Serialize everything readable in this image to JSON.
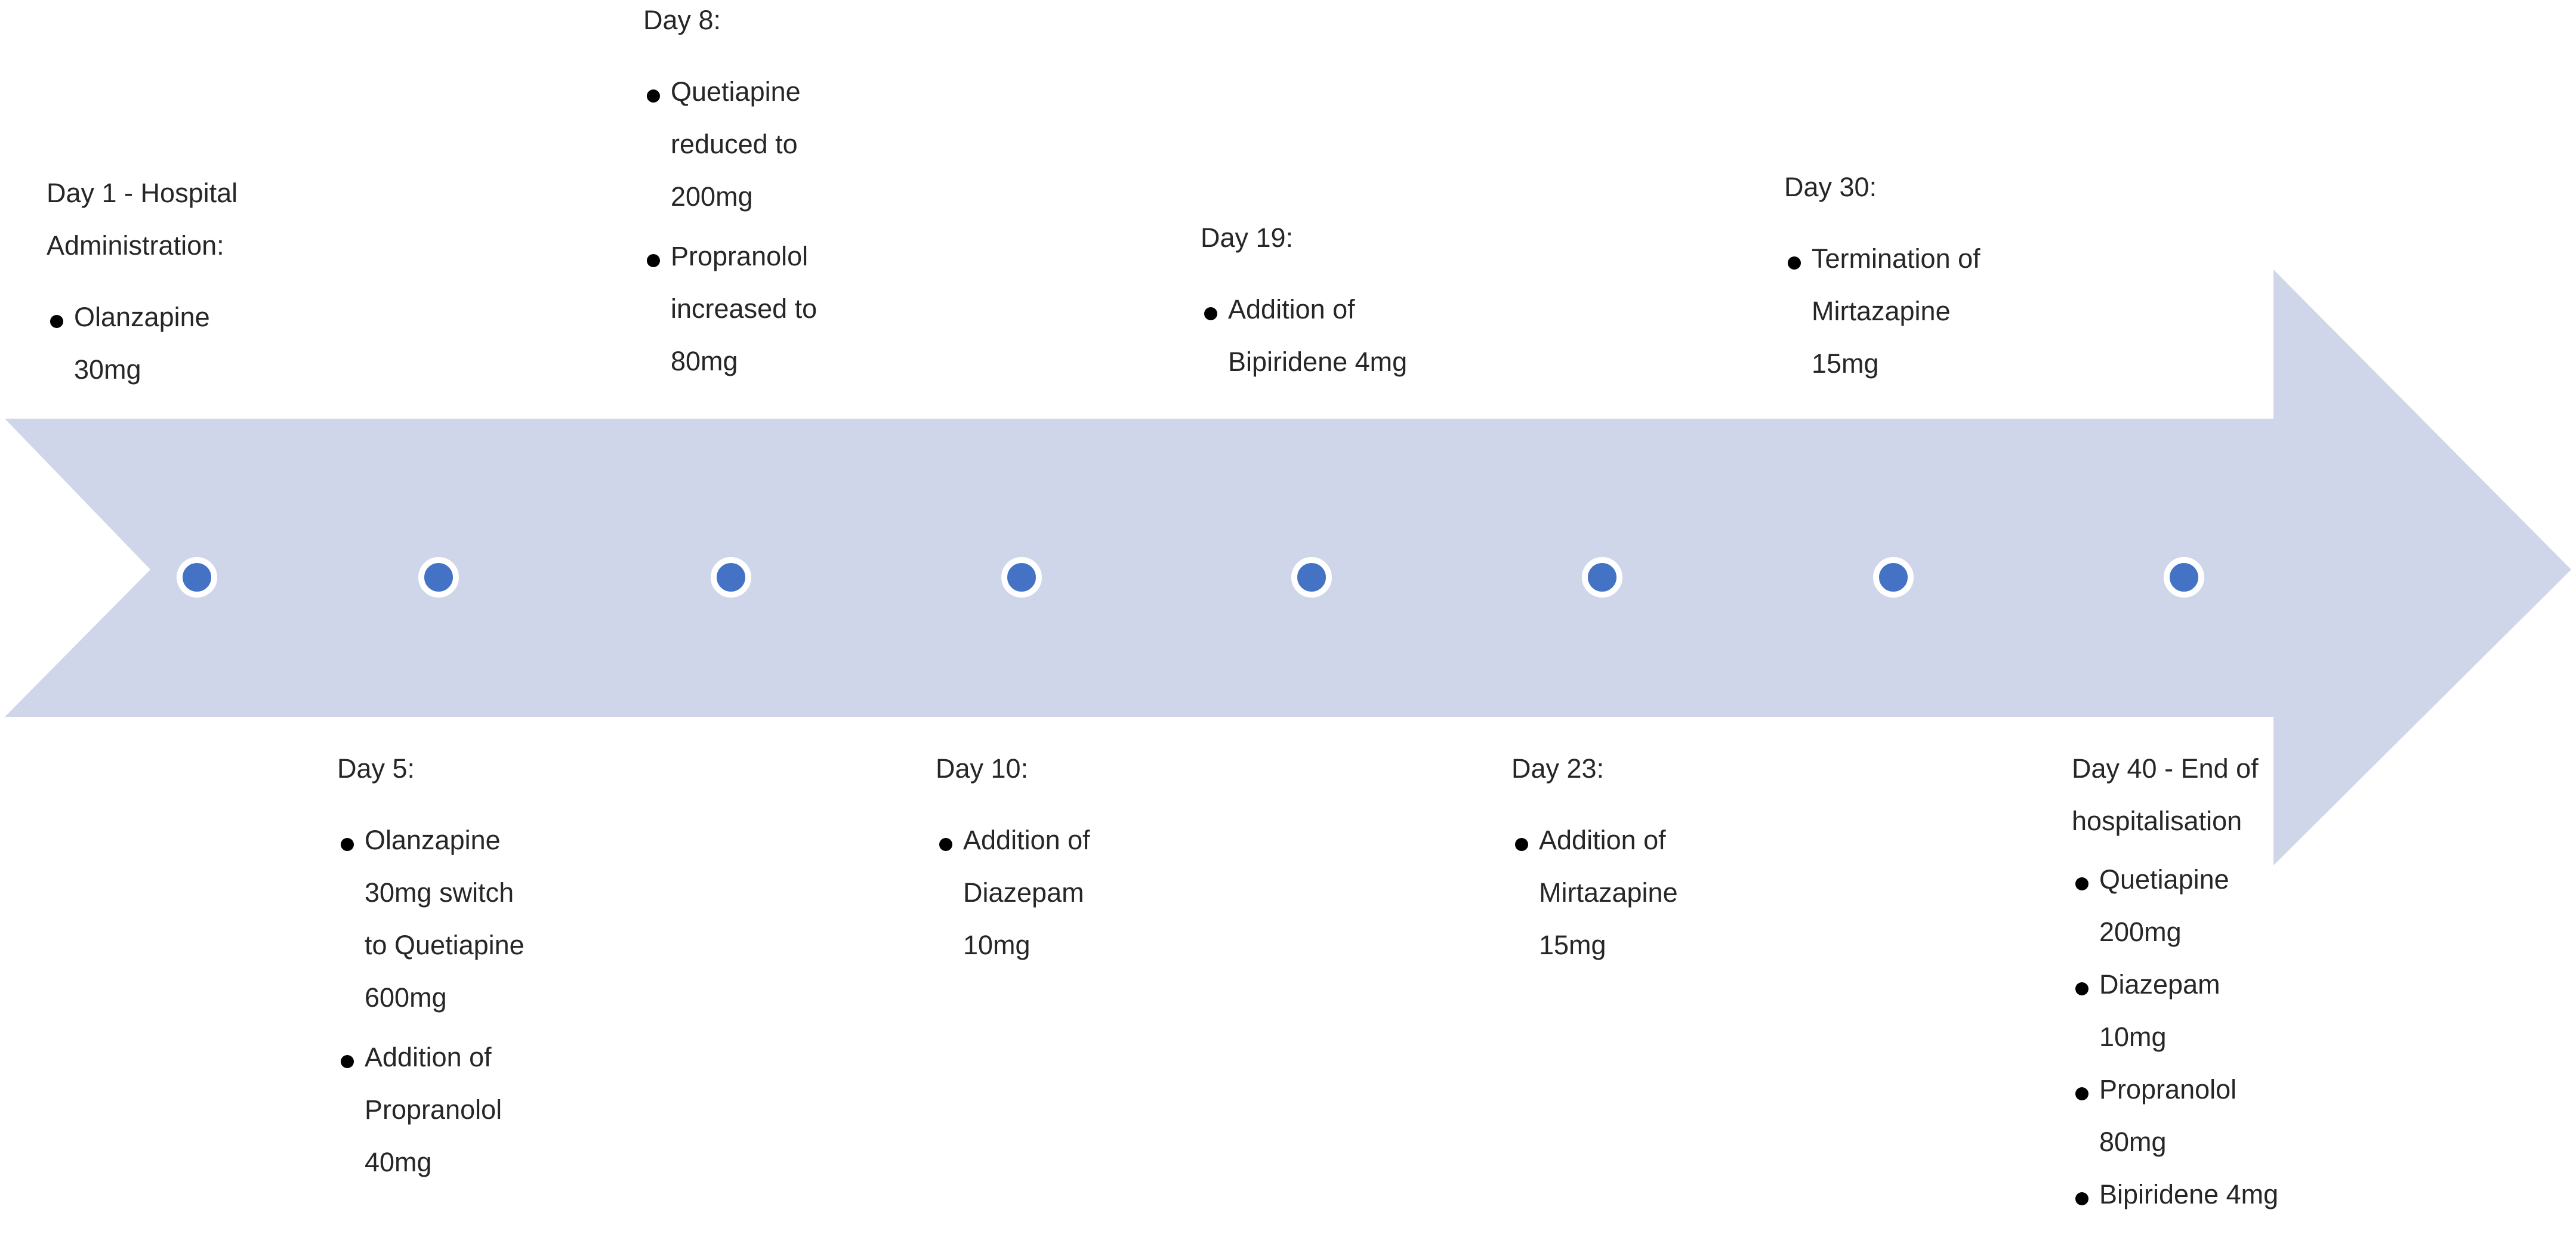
{
  "colors": {
    "arrow": "#d0d6ea",
    "dot": "#4472c4",
    "dot_ring": "#ffffff",
    "text": "#262626"
  },
  "timeline_points": 8,
  "events": [
    {
      "heading": "Day 1 - Hospital\nAdministration:",
      "items": [
        "Olanzapine\n30mg"
      ]
    },
    {
      "heading": "Day 5:",
      "items": [
        "Olanzapine\n30mg switch\nto Quetiapine\n600mg",
        "Addition of\nPropranolol\n40mg"
      ]
    },
    {
      "heading": "Day 8:",
      "items": [
        "Quetiapine\nreduced to\n200mg",
        "Propranolol\nincreased to\n80mg"
      ]
    },
    {
      "heading": "Day 10:",
      "items": [
        "Addition of\nDiazepam\n10mg"
      ]
    },
    {
      "heading": "Day 19:",
      "items": [
        "Addition of\nBipiridene 4mg"
      ]
    },
    {
      "heading": "Day 23:",
      "items": [
        "Addition of\nMirtazapine\n15mg"
      ]
    },
    {
      "heading": "Day 30:",
      "items": [
        "Termination of\nMirtazapine\n15mg"
      ]
    },
    {
      "heading": "Day 40 - End of\nhospitalisation",
      "items": [
        "Quetiapine\n200mg",
        "Diazepam\n10mg",
        "Propranolol\n80mg",
        "Bipiridene 4mg"
      ]
    }
  ]
}
